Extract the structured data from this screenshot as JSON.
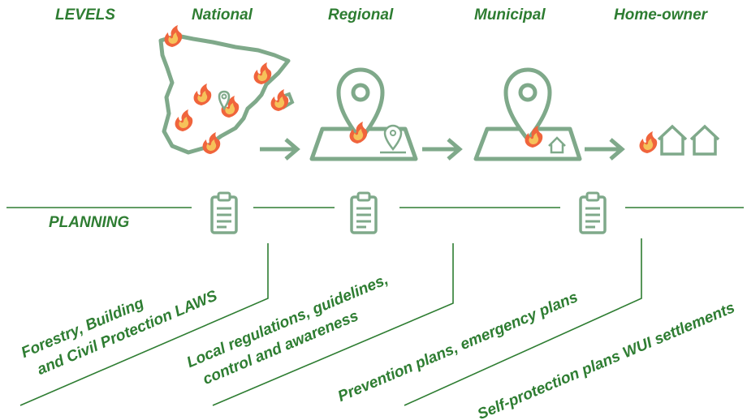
{
  "colors": {
    "text": "#2e7d32",
    "icon": "#7fa98a",
    "flame_outer": "#f0643c",
    "flame_inner": "#f6c25a"
  },
  "levels": {
    "heading": "LEVELS",
    "national": "National",
    "regional": "Regional",
    "municipal": "Municipal",
    "homeowner": "Home-owner"
  },
  "planning": {
    "heading": "PLANNING"
  },
  "labels": {
    "national_line1": "Forestry, Building",
    "national_line2": "and Civil Protection LAWS",
    "regional_line1": "Local regulations, guidelines,",
    "regional_line2": "control and awareness",
    "municipal_line1": "Prevention plans, emergency plans",
    "homeowner_line1": "Self-protection plans WUI settlements"
  },
  "icons": [
    "spain-map-icon",
    "fire-icon",
    "map-pin-icon",
    "map-icon",
    "house-icon",
    "arrow-right-icon",
    "clipboard-icon"
  ]
}
